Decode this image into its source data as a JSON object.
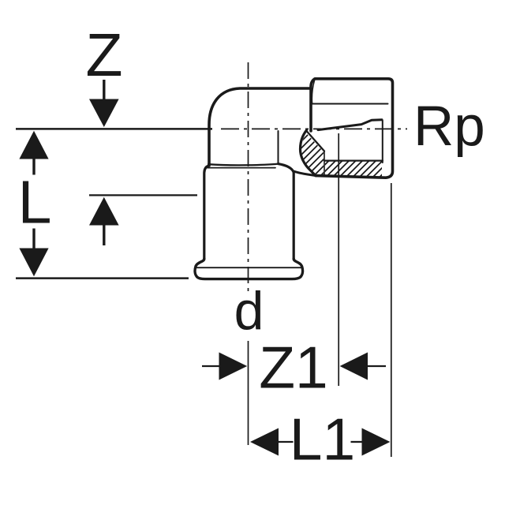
{
  "drawing": {
    "labels": {
      "z": "Z",
      "l": "L",
      "d": "d",
      "rp": "Rp",
      "z1": "Z1",
      "l1": "L1"
    },
    "colors": {
      "line": "#1a1a1a",
      "background": "#ffffff"
    }
  }
}
